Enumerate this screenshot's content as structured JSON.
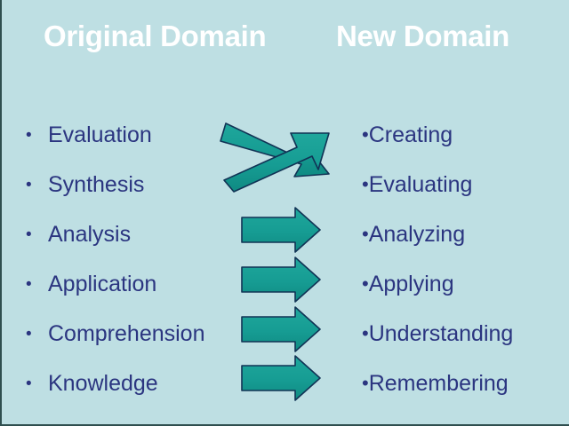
{
  "slide": {
    "background_color": "#bedfe3",
    "text_color": "#2b3580",
    "title_color": "#ffffff",
    "arrow_fill_color": "#169c93",
    "arrow_outline_color": "#113355"
  },
  "headings": {
    "left": "Original Domain",
    "right": "New Domain"
  },
  "left_column": {
    "bullet_glyph": "•",
    "items": [
      {
        "label": "Evaluation"
      },
      {
        "label": "Synthesis"
      },
      {
        "label": "Analysis"
      },
      {
        "label": "Application"
      },
      {
        "label": "Comprehension"
      },
      {
        "label": "Knowledge"
      }
    ]
  },
  "right_column": {
    "bullet_glyph": "•",
    "items": [
      {
        "label": "Creating"
      },
      {
        "label": "Evaluating"
      },
      {
        "label": "Analyzing"
      },
      {
        "label": "Applying"
      },
      {
        "label": "Understanding"
      },
      {
        "label": "Remembering"
      }
    ]
  },
  "arrows": {
    "crossing": [
      {
        "name": "arrow-evaluation-to-creating",
        "direction": "up-right"
      },
      {
        "name": "arrow-synthesis-to-evaluating",
        "direction": "down-right"
      }
    ],
    "straight": [
      {
        "name": "arrow-analysis-to-analyzing"
      },
      {
        "name": "arrow-application-to-applying"
      },
      {
        "name": "arrow-comprehension-to-understanding"
      },
      {
        "name": "arrow-knowledge-to-remembering"
      }
    ]
  }
}
